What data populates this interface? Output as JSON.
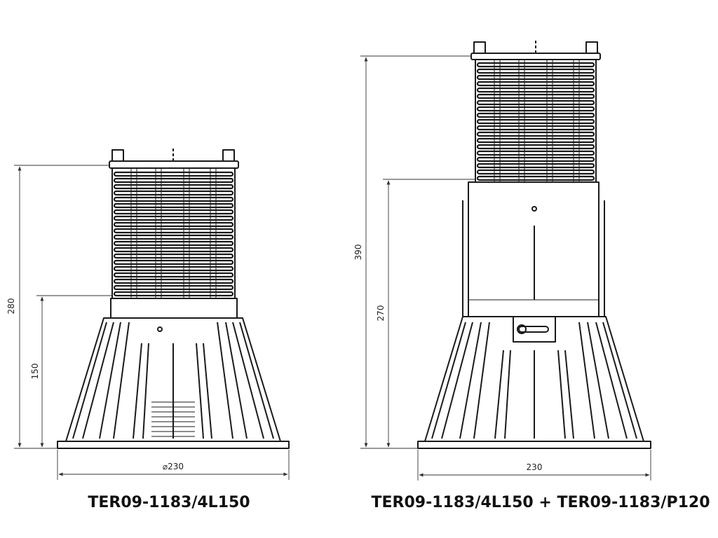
{
  "left_pedestal": {
    "caption": "TER09-1183/4L150",
    "dim_total_height": "280",
    "dim_base_height": "150",
    "dim_width": "⌀230"
  },
  "right_pedestal": {
    "caption": "TER09-1183/4L150 + TER09-1183/P120",
    "dim_total_height": "390",
    "dim_base_height": "270",
    "dim_width": "230"
  }
}
